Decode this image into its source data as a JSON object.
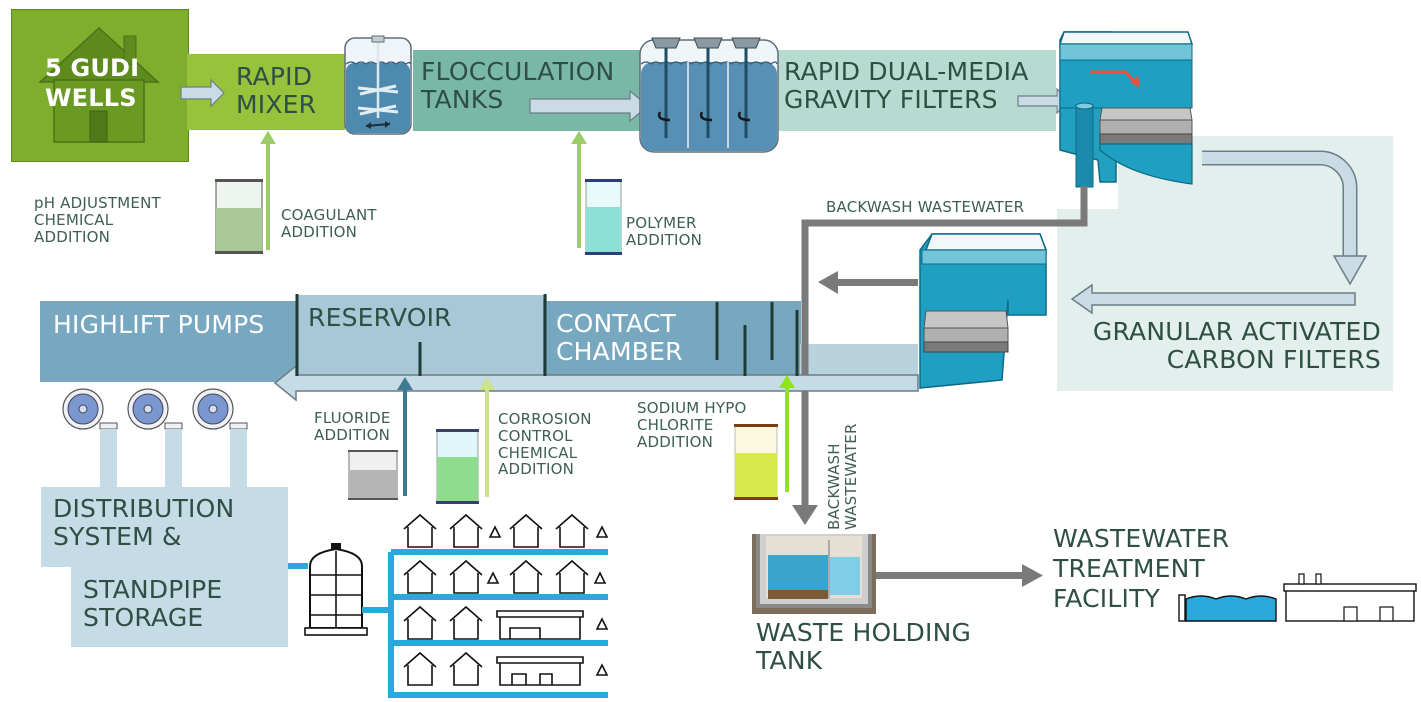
{
  "title": "Water Treatment Process Diagram",
  "stages": {
    "wells": "5 GUDI\nWELLS",
    "rapid_mixer": "RAPID\nMIXER",
    "flocculation": "FLOCCULATION\nTANKS",
    "dual_media": "RAPID DUAL-MEDIA\nGRAVITY FILTERS",
    "gac": "GRANULAR ACTIVATED\nCARBON FILTERS",
    "contact_chamber": "CONTACT\nCHAMBER",
    "reservoir": "RESERVOIR",
    "highlift": "HIGHLIFT PUMPS",
    "distribution": "DISTRIBUTION\nSYSTEM &",
    "standpipe": "STANDPIPE\nSTORAGE",
    "waste_tank": "WASTE HOLDING\nTANK",
    "wwtf": "WASTEWATER\nTREATMENT\nFACILITY"
  },
  "chemicals": {
    "ph": "pH ADJUSTMENT\nCHEMICAL\nADDITION",
    "coagulant": "COAGULANT\nADDITION",
    "polymer": "POLYMER\nADDITION",
    "fluoride": "FLUORIDE\nADDITION",
    "corrosion": "CORROSION\nCONTROL\nCHEMICAL\nADDITION",
    "hypo": "SODIUM HYPO\nCHLORITE\nADDITION"
  },
  "flows": {
    "backwash_h": "BACKWASH WASTEWATER",
    "backwash_v": "BACKWASH\nWASTEWATER"
  },
  "colors": {
    "green_dark": "#7fae2e",
    "green_mid": "#97c23b",
    "teal": "#79b8a6",
    "teal_light": "#b8dbd1",
    "blue_dark": "#78a8bf",
    "blue_light": "#a8c8d8",
    "pipe_blue": "#29a8dc",
    "grey_pipe": "#7a7a7a"
  }
}
